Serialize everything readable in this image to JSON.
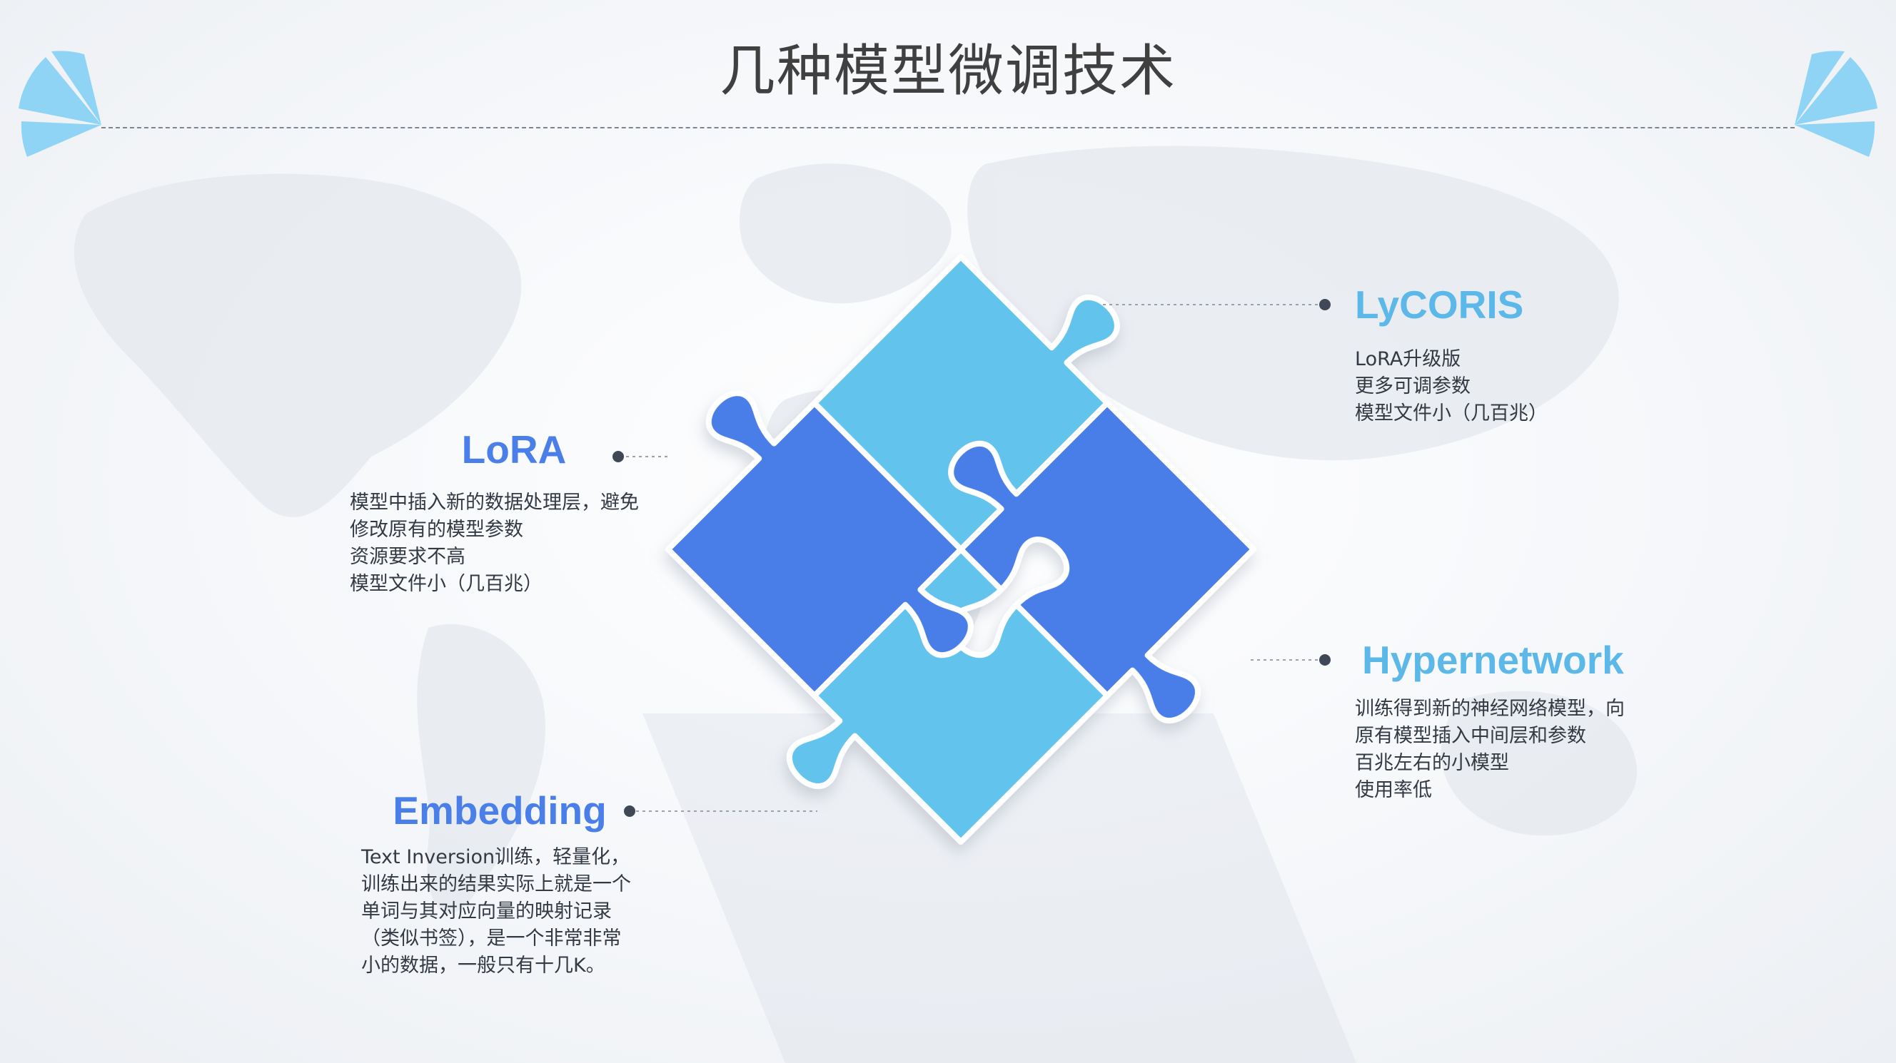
{
  "title": "几种模型微调技术",
  "colors": {
    "title": "#404040",
    "heading_dark": "#4a7ee8",
    "heading_light": "#5cb8e8",
    "piece_dark": "#4a7ee8",
    "piece_light": "#62c3ec",
    "corner": "#8fd3f5",
    "text": "#333a44"
  },
  "items": [
    {
      "id": "lora",
      "heading": "LoRA",
      "lines": [
        "模型中插入新的数据处理层，避免",
        "修改原有的模型参数",
        "资源要求不高",
        "模型文件小（几百兆）"
      ]
    },
    {
      "id": "embedding",
      "heading": "Embedding",
      "lines": [
        "Text  Inversion训练，轻量化，",
        "训练出来的结果实际上就是一个",
        "单词与其对应向量的映射记录",
        "（类似书签），是一个非常非常",
        "小的数据，一般只有十几K。"
      ]
    },
    {
      "id": "lycoris",
      "heading": "LyCORIS",
      "lines": [
        "LoRA升级版",
        "更多可调参数",
        "模型文件小（几百兆）"
      ]
    },
    {
      "id": "hypernetwork",
      "heading": "Hypernetwork",
      "lines": [
        "训练得到新的神经网络模型，向",
        "原有模型插入中间层和参数",
        "百兆左右的小模型",
        "使用率低"
      ]
    }
  ]
}
